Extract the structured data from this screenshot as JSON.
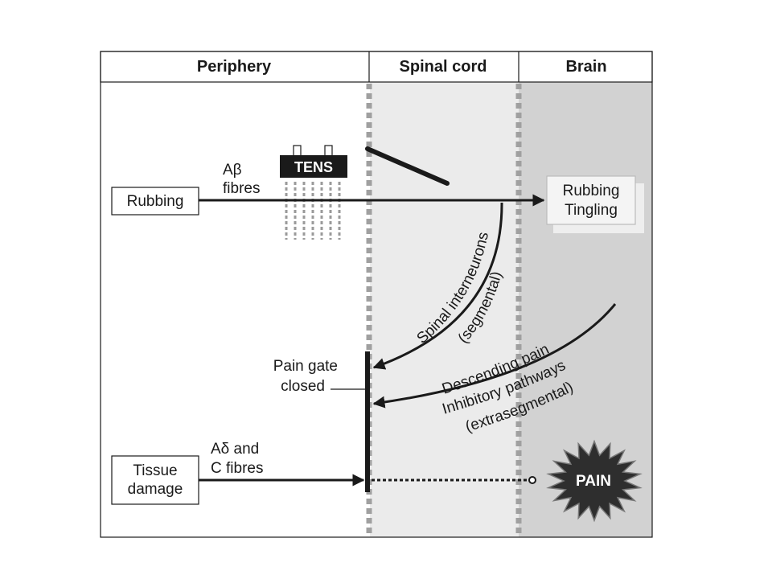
{
  "headers": {
    "periphery": "Periphery",
    "spinal_cord": "Spinal cord",
    "brain": "Brain"
  },
  "boxes": {
    "rubbing": "Rubbing",
    "tissue_damage_line1": "Tissue",
    "tissue_damage_line2": "damage",
    "rubbing_tingling_line1": "Rubbing",
    "rubbing_tingling_line2": "Tingling"
  },
  "labels": {
    "abeta_line1": "Aβ",
    "abeta_line2": "fibres",
    "tens": "TENS",
    "adelta_line1": "Aδ and",
    "adelta_line2": "C fibres",
    "gate_line1": "Pain gate",
    "gate_line2": "closed",
    "spinal_line1": "Spinal interneurons",
    "spinal_line2": "(segmental)",
    "descending_line1": "Descending pain",
    "descending_line2": "Inhibitory pathways",
    "descending_line3": "(extrasegmental)",
    "pain": "PAIN"
  },
  "colors": {
    "spinal_zone": "#ebebeb",
    "brain_zone": "#d2d2d2",
    "boundary": "#a0a0a0",
    "ink": "#1a1a1a"
  }
}
